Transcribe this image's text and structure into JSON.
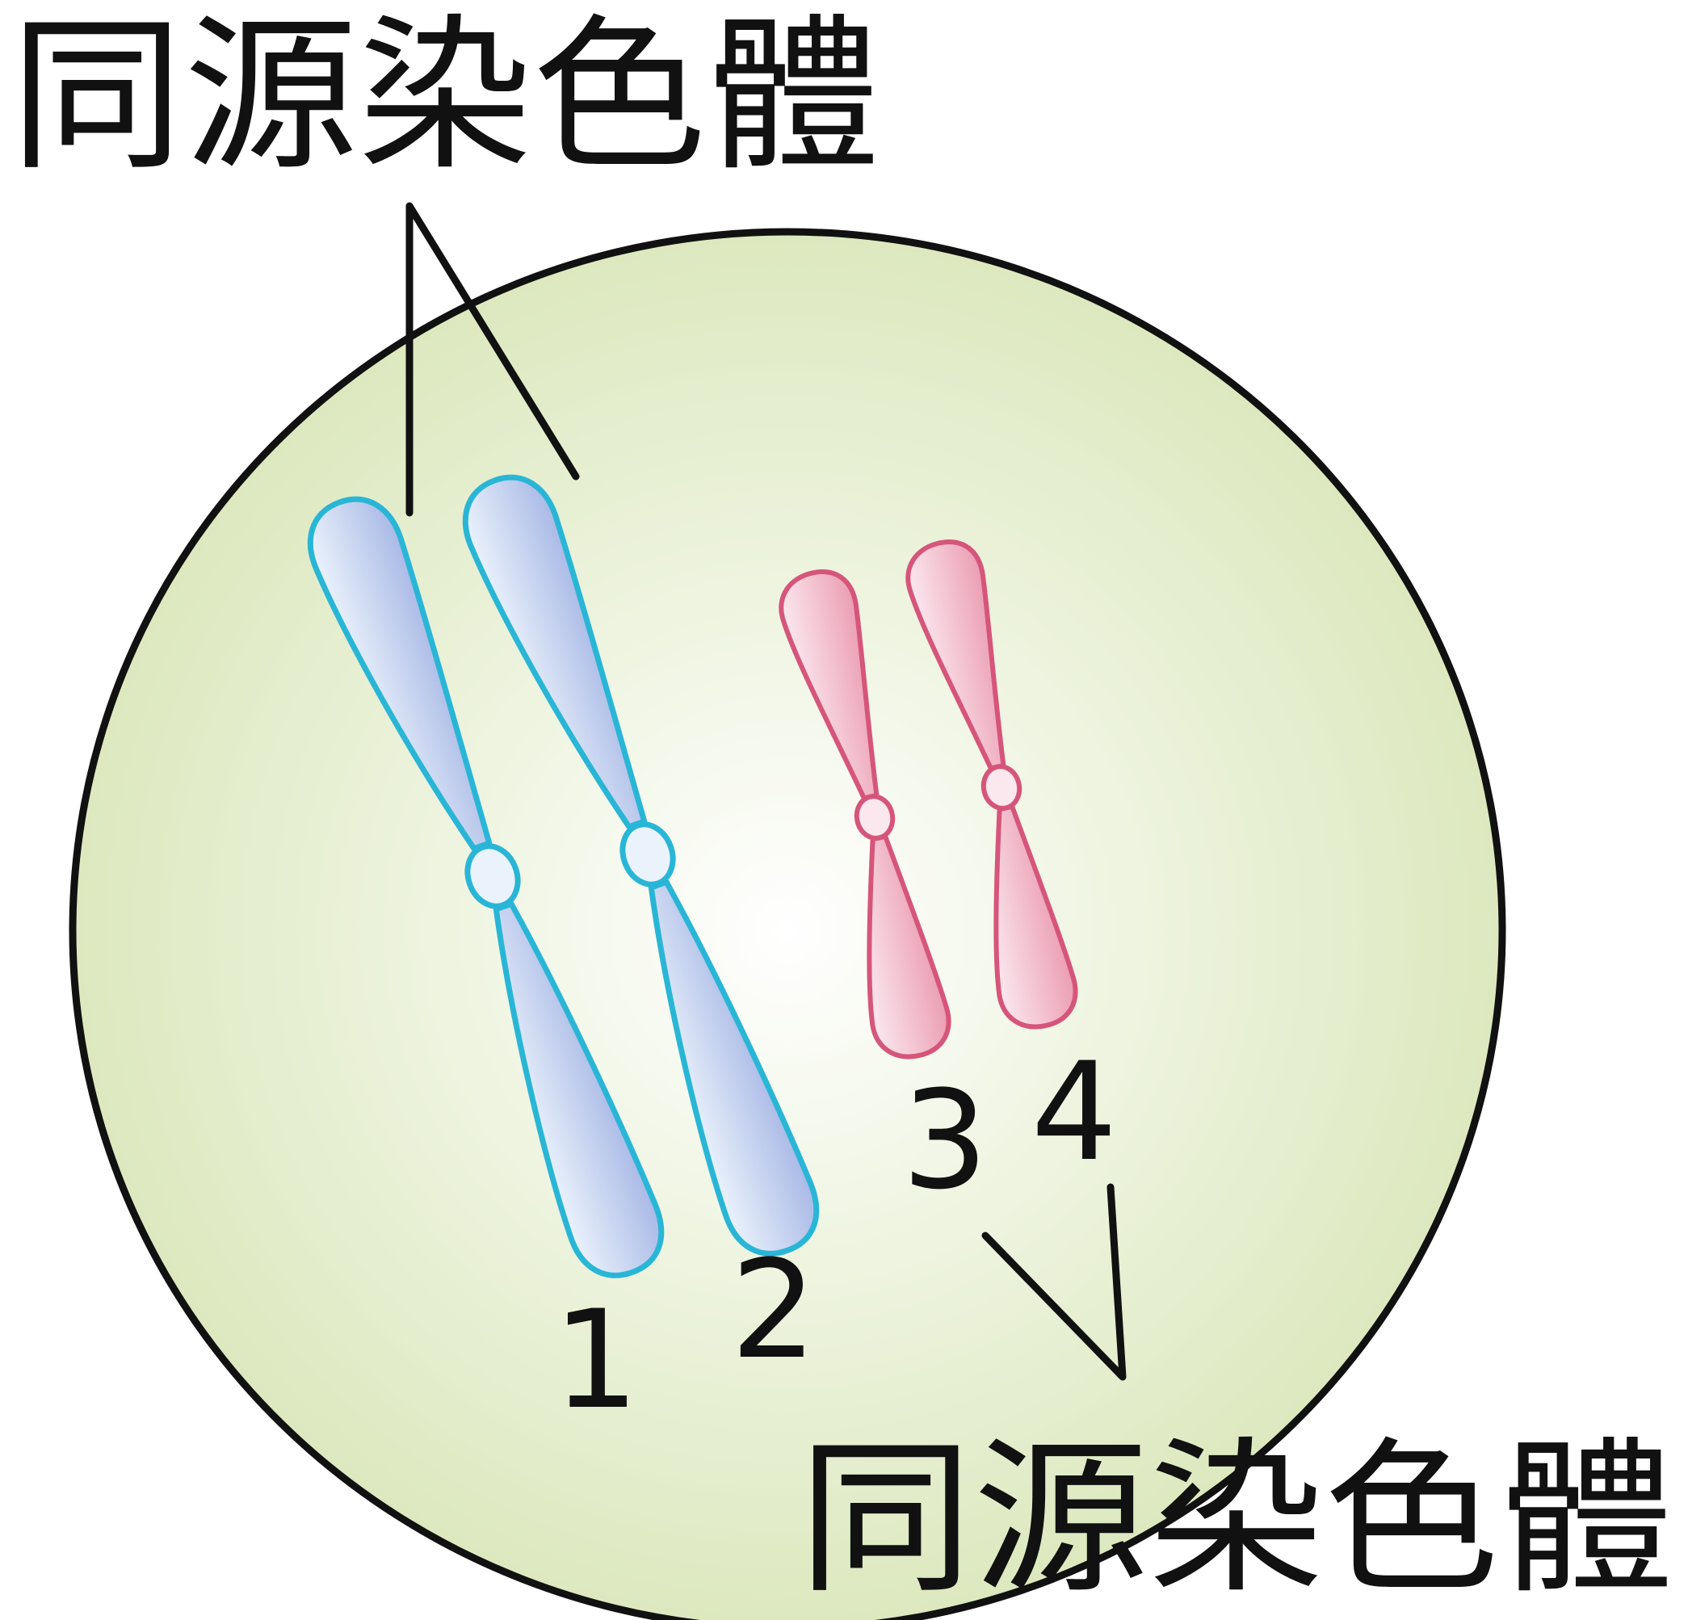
{
  "labels": {
    "top": "同源染色體",
    "bottom": "同源染色體"
  },
  "chromosomes": [
    {
      "number": "1",
      "pair": "blue"
    },
    {
      "number": "2",
      "pair": "blue"
    },
    {
      "number": "3",
      "pair": "pink"
    },
    {
      "number": "4",
      "pair": "pink"
    }
  ],
  "colors": {
    "cell_fill_center": "#ffffff",
    "cell_fill_edge": "#d9e6b8",
    "cell_outline": "#111111",
    "blue_outline": "#29b6d6",
    "blue_fill_light": "#eaf2fb",
    "blue_fill_dark": "#a9b9e6",
    "pink_outline": "#d6557a",
    "pink_fill_light": "#fbe8ef",
    "pink_fill_dark": "#eb9db3",
    "leader_line": "#111111"
  }
}
